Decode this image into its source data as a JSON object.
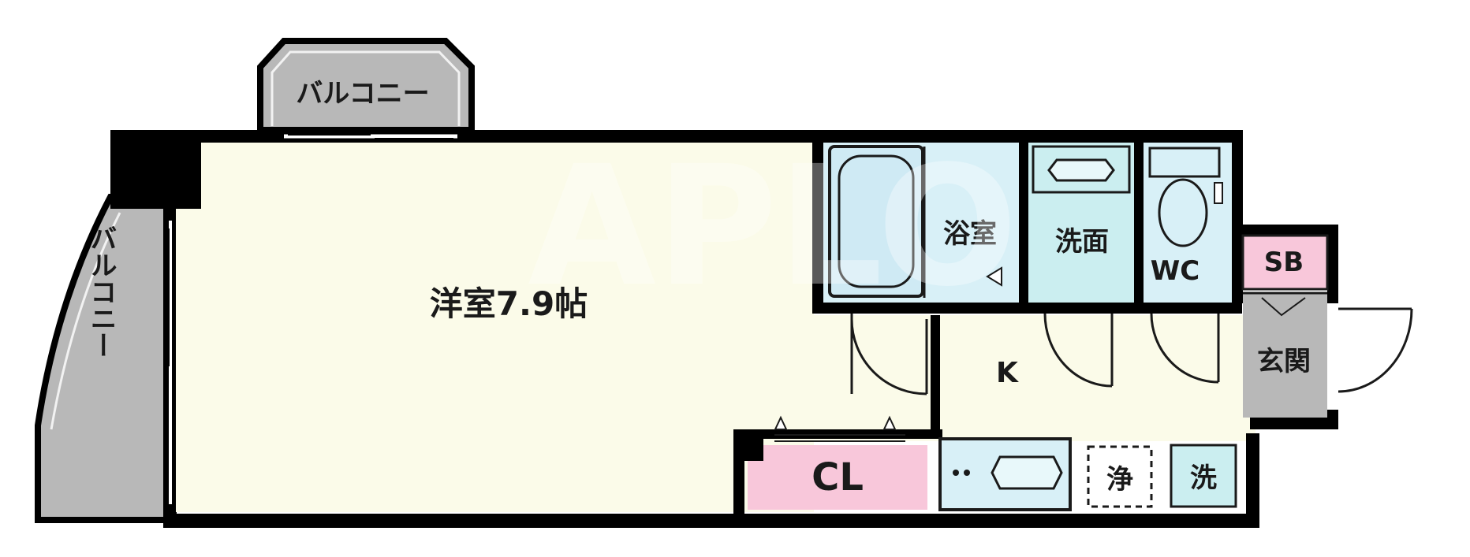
{
  "labels": {
    "balcony_top": "バルコニー",
    "balcony_left": "バルコニー",
    "western_room": "洋室7.9帖",
    "bathroom": "浴室",
    "washroom": "洗面",
    "toilet": "WC",
    "shoebox": "SB",
    "entrance": "玄関",
    "kitchen": "K",
    "closet": "CL",
    "water_purifier": "浄",
    "washer": "洗"
  },
  "watermark": "APLO",
  "colors": {
    "wall": "#000000",
    "room_floor": "#fbfbe9",
    "balcony": "#b8b8b8",
    "wet_area": "#d8f0f7",
    "washroom": "#cbeef0",
    "closet": "#f8c7da",
    "shoebox": "#f8c7da",
    "entrance": "#b8b8b8",
    "washer": "#cbeef0"
  }
}
